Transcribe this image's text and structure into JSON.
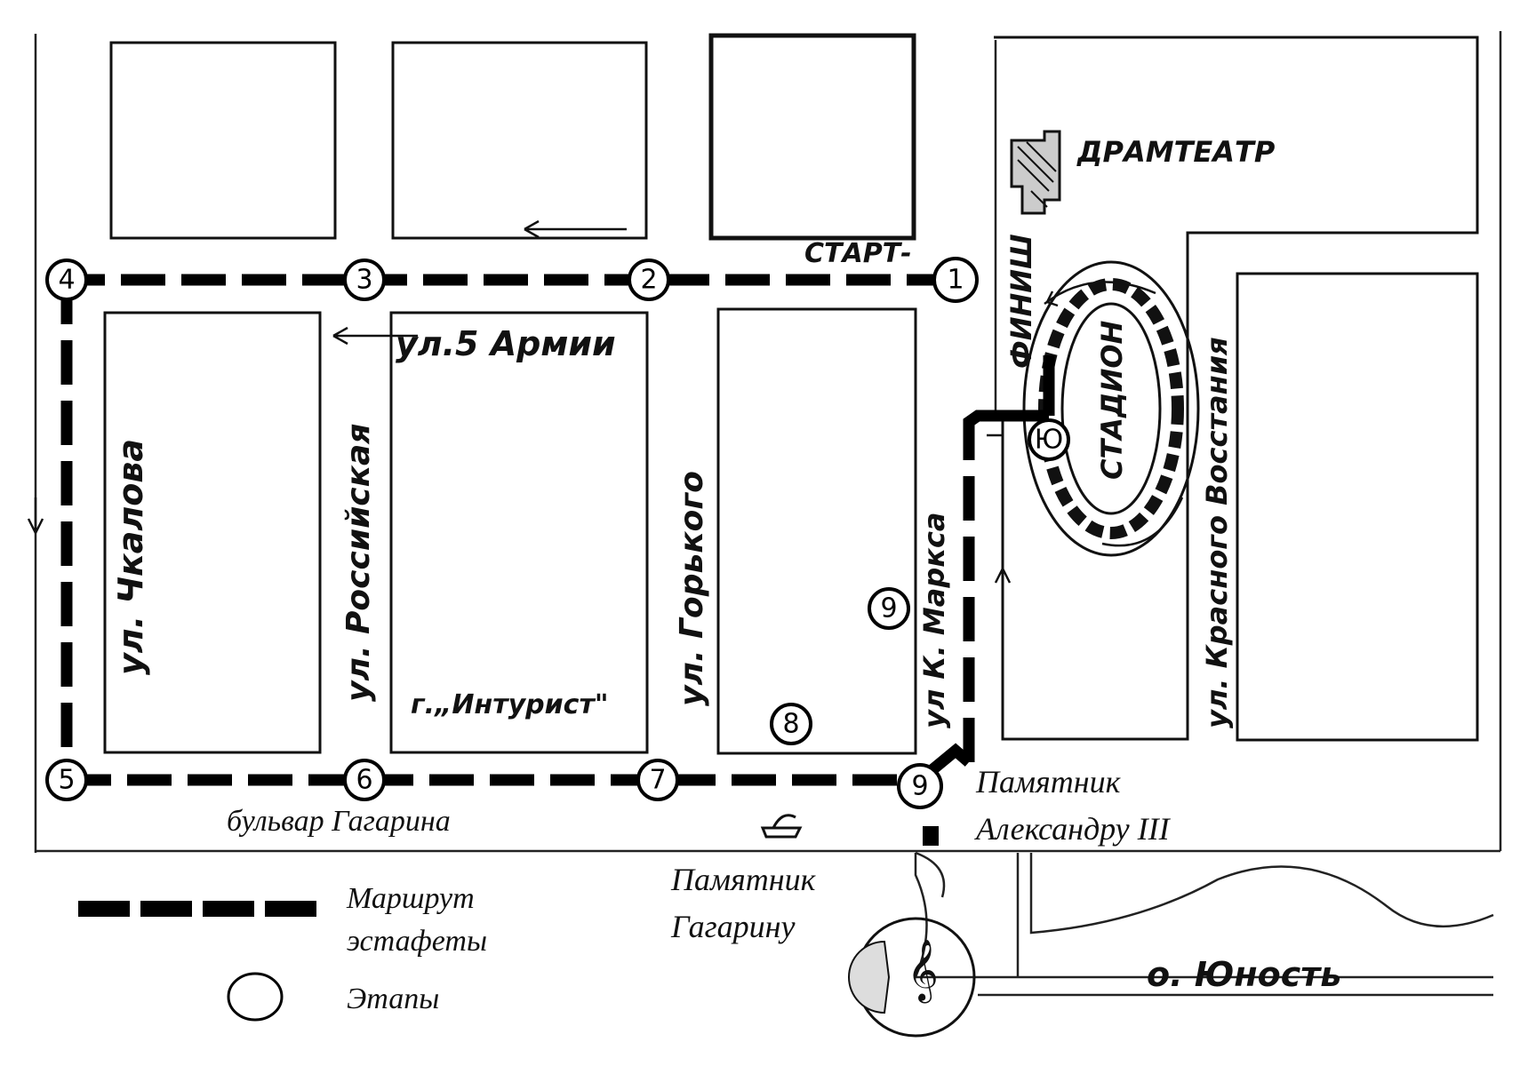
{
  "stages": [
    {
      "num": "1"
    },
    {
      "num": "2"
    },
    {
      "num": "3"
    },
    {
      "num": "4"
    },
    {
      "num": "5"
    },
    {
      "num": "6"
    },
    {
      "num": "7"
    },
    {
      "num": "8"
    },
    {
      "num": "9"
    },
    {
      "num": "9"
    },
    {
      "num": "Ю"
    }
  ],
  "labels": {
    "start": "СТАРТ-",
    "finish": "ФИНИШ",
    "dramteatr": "ДРАМТЕАТР",
    "stadium": "СТАДИОН",
    "street_5army": "ул.5 Армии",
    "street_chkalova": "ул. Чкалова",
    "street_rossiyskaya": "ул. Российская",
    "street_gorkogo": "ул. Горького",
    "street_marksa": "ул К. Маркса",
    "street_krasnogo": "ул. Красного Восстания",
    "hotel": "г.„Интурист\"",
    "boulevard": "бульвар Гагарина",
    "monument_alex_line1": "Памятник",
    "monument_alex_line2": "Александру III",
    "monument_gag_line1": "Памятник",
    "monument_gag_line2": "Гагарину",
    "island": "о. Юность"
  },
  "legend": {
    "route_line1": "Маршрут",
    "route_line2": "эстафеты",
    "stages": "Этапы"
  },
  "colors": {
    "ink": "#111111",
    "paper": "#ffffff"
  }
}
